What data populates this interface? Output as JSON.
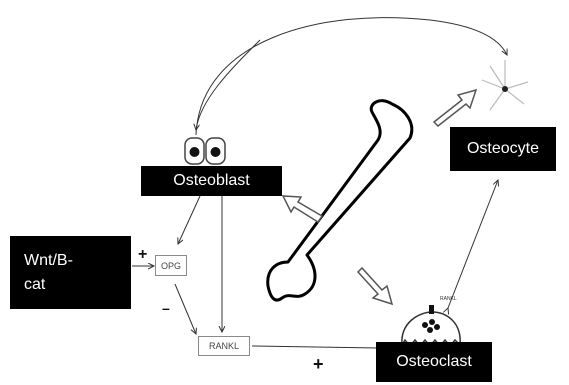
{
  "labels": {
    "osteoblast": "Osteoblast",
    "osteocyte": "Osteocyte",
    "osteoclast": "Osteoclast",
    "wnt_line1": "Wnt/B-",
    "wnt_line2": "cat",
    "opg": "OPG",
    "rankl": "RANKL",
    "rankl_small": "RANKL"
  },
  "signs": {
    "wnt_to_opg": "+",
    "opg_to_rankl": "–",
    "rankl_to_osteoclast": "+"
  },
  "colors": {
    "label_background": "#000000",
    "label_text": "#ffffff",
    "line": "#333333",
    "outline": "#222222"
  },
  "icons": [
    "osteoblast-cells-icon",
    "osteocyte-icon",
    "osteoclast-icon",
    "bone-icon",
    "hollow-arrow-icon"
  ]
}
